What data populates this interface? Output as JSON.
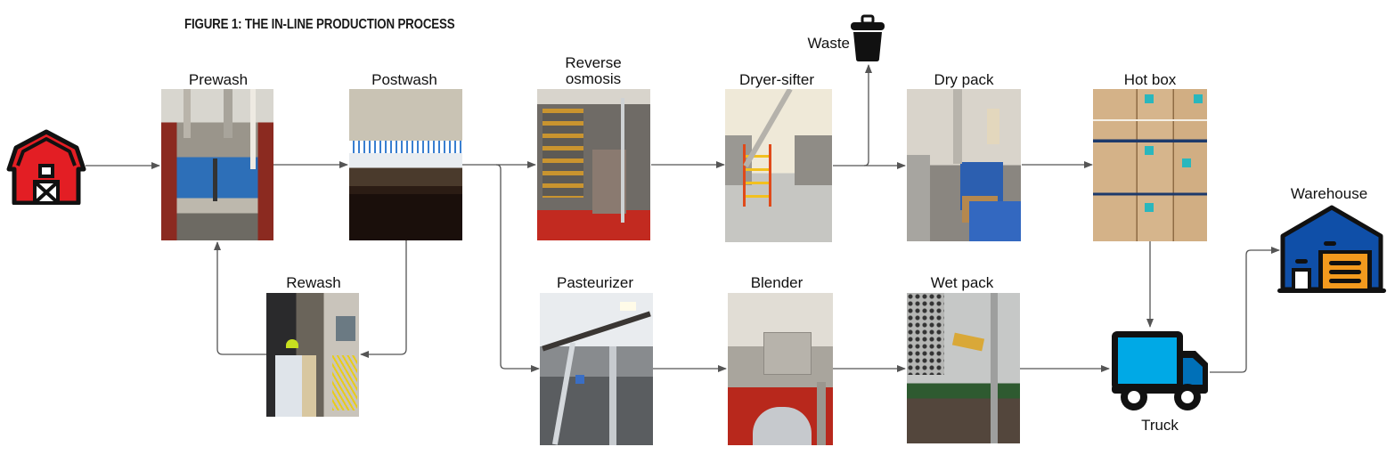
{
  "figure": {
    "title": "FIGURE 1: THE IN-LINE PRODUCTION PROCESS"
  },
  "nodes": {
    "farm": {
      "label": "",
      "icon": "barn-icon",
      "color": "#e31e24"
    },
    "prewash": {
      "label": "Prewash",
      "photo": "conveyor with blue belts and cheese blocks"
    },
    "postwash": {
      "label": "Postwash",
      "photo": "processing hall conveyor with white product"
    },
    "rewash": {
      "label": "Rewash",
      "photo": "rewash station with yellow hoses"
    },
    "reverse_osmosis": {
      "label_line1": "Reverse",
      "label_line2": "osmosis",
      "photo": "reverse osmosis membrane racks"
    },
    "pasteurizer": {
      "label": "Pasteurizer",
      "photo": "pasteurizer piping structure"
    },
    "dryer_sifter": {
      "label": "Dryer-sifter",
      "photo": "dryer-sifter with orange ladder"
    },
    "blender": {
      "label": "Blender",
      "photo": "stainless blender tank"
    },
    "waste": {
      "label": "Waste",
      "icon": "trash-can-icon"
    },
    "dry_pack": {
      "label": "Dry pack",
      "photo": "dry pack bagging station"
    },
    "wet_pack": {
      "label": "Wet pack",
      "photo": "wet pack filler with perforated guard"
    },
    "hot_box": {
      "label": "Hot box",
      "photo": "stacked cardboard boxes"
    },
    "truck": {
      "label": "Truck",
      "icon": "truck-icon",
      "color": "#00a9e6",
      "cab_color": "#0070b8"
    },
    "warehouse": {
      "label": "Warehouse",
      "icon": "warehouse-icon",
      "color": "#0f4fa8",
      "door_color": "#f39a1e"
    }
  },
  "flows": [
    {
      "from": "Farm",
      "to": "Prewash"
    },
    {
      "from": "Prewash",
      "to": "Postwash"
    },
    {
      "from": "Postwash",
      "to": "Rewash"
    },
    {
      "from": "Rewash",
      "to": "Prewash"
    },
    {
      "from": "Postwash",
      "to": "Reverse osmosis"
    },
    {
      "from": "Postwash",
      "to": "Pasteurizer"
    },
    {
      "from": "Reverse osmosis",
      "to": "Dryer-sifter"
    },
    {
      "from": "Dryer-sifter",
      "to": "Waste"
    },
    {
      "from": "Dryer-sifter",
      "to": "Dry pack"
    },
    {
      "from": "Dry pack",
      "to": "Hot box"
    },
    {
      "from": "Hot box",
      "to": "Truck"
    },
    {
      "from": "Pasteurizer",
      "to": "Blender"
    },
    {
      "from": "Blender",
      "to": "Wet pack"
    },
    {
      "from": "Wet pack",
      "to": "Truck"
    },
    {
      "from": "Truck",
      "to": "Warehouse"
    }
  ]
}
